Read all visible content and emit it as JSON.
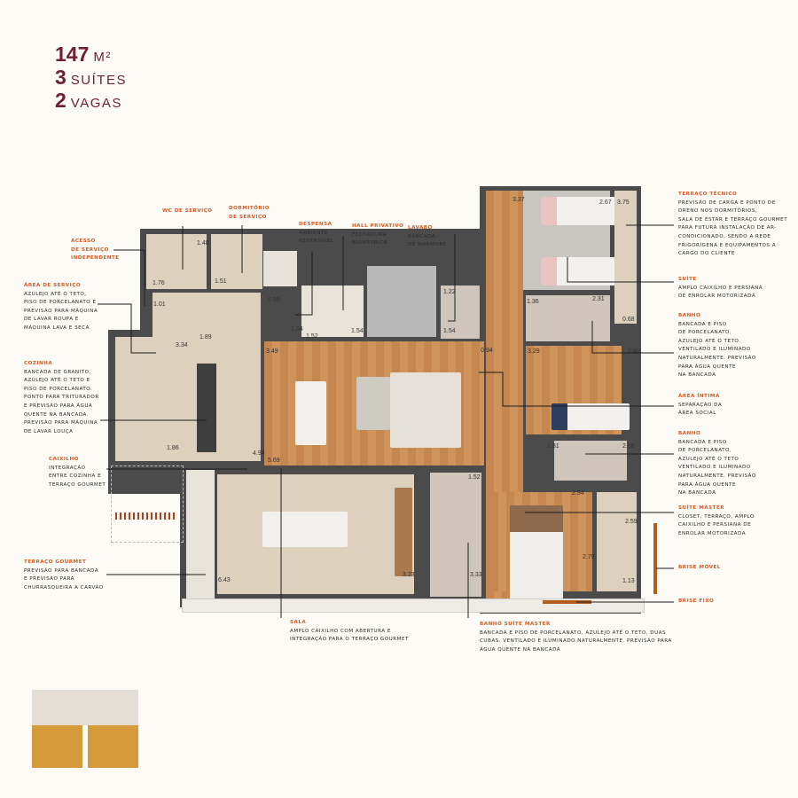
{
  "header": {
    "area_number": "147",
    "area_unit": "M²",
    "suites_number": "3",
    "suites_label": "SUÍTES",
    "parking_number": "2",
    "parking_label": "VAGAS"
  },
  "callouts": {
    "acesso": {
      "title": "ACESSO\nDE SERVIÇO\nINDEPENDENTE",
      "body": ""
    },
    "area_servico": {
      "title": "ÁREA DE SERVIÇO",
      "body": "AZULEJO ATÉ O TETO,\nPISO DE PORCELANATO E\nPREVISÃO PARA MÁQUINA\nDE LAVAR ROUPA E\nMÁQUINA LAVA E SECA"
    },
    "cozinha": {
      "title": "COZINHA",
      "body": "BANCADA DE GRANITO,\nAZULEJO ATÉ O TETO E\nPISO DE PORCELANATO.\nPONTO PARA TRITURADOR\nE PREVISÃO PARA ÁGUA\nQUENTE NA BANCADA.\nPREVISÃO PARA MÁQUINA\nDE LAVAR LOUÇA"
    },
    "caixilho": {
      "title": "CAIXILHO",
      "body": "INTEGRAÇÃO\nENTRE COZINHA E\nTERRAÇO GOURMET"
    },
    "terraco_gourmet": {
      "title": "TERRAÇO GOURMET",
      "body": "PREVISÃO PARA BANCADA\nE PREVISÃO PARA\nCHURRASQUEIRA A CARVÃO"
    },
    "wc_servico": {
      "title": "WC DE SERVIÇO",
      "body": ""
    },
    "dormitorio_servico": {
      "title": "DORMITÓRIO\nDE SERVIÇO",
      "body": ""
    },
    "despensa": {
      "title": "DESPENSA",
      "body": "AMBIENTE\nREVERSÍVEL"
    },
    "hall_privativo": {
      "title": "HALL PRIVATIVO",
      "body": "FECHADURA\nBIOMÉTRICA"
    },
    "lavabo": {
      "title": "LAVABO",
      "body": "BANCADA\nDE MÁRMORE"
    },
    "sala": {
      "title": "SALA",
      "body": "AMPLO CAIXILHO COM ABERTURA E\nINTEGRAÇÃO PARA O TERRAÇO GOURMET"
    },
    "banho_suite_master": {
      "title": "BANHO SUÍTE MASTER",
      "body": "BANCADA E PISO DE PORCELANATO, AZULEJO ATÉ O TETO, DUAS\nCUBAS. VENTILADO E ILUMINADO NATURALMENTE. PREVISÃO PARA\nÁGUA QUENTE NA BANCADA"
    },
    "terraco_tecnico": {
      "title": "TERRAÇO TÉCNICO",
      "body": "PREVISÃO DE CARGA E PONTO DE\nDRENO NOS DORMITÓRIOS,\nSALA DE ESTAR E TERRAÇO GOURMET\nPARA FUTURA INSTALAÇÃO DE AR-\nCONDICIONADO, SENDO  A REDE\nFRIGORÍGENA E EQUIPAMENTOS A\nCARGO DO CLIENTE"
    },
    "suite": {
      "title": "SUÍTE",
      "body": "AMPLO CAIXILHO E PERSIANA\nDE ENROLAR MOTORIZADA"
    },
    "banho1": {
      "title": "BANHO",
      "body": "BANCADA E PISO\nDE PORCELANATO,\nAZULEJO ATÉ O TETO.\nVENTILADO E ILUMINADO\nNATURALMENTE. PREVISÃO\nPARA ÁGUA QUENTE\nNA BANCADA"
    },
    "area_intima": {
      "title": "ÁREA ÍNTIMA",
      "body": "SEPARAÇÃO DA\nÁREA SOCIAL"
    },
    "banho2": {
      "title": "BANHO",
      "body": "BANCADA E PISO\nDE PORCELANATO,\nAZULEJO ATÉ O TETO\nVENTILADO E ILUMINADO\nNATURALMENTE. PREVISÃO\nPARA ÁGUA QUENTE\nNA BANCADA"
    },
    "suite_master": {
      "title": "SUÍTE MASTER",
      "body": "CLOSET, TERRAÇO, AMPLO\nCAIXILHO E PERSIANA DE\nENROLAR MOTORIZADA"
    },
    "brise_movel": {
      "title": "BRISE MÓVEL",
      "body": ""
    },
    "brise_fixo": {
      "title": "BRISE FIXO",
      "body": ""
    }
  },
  "dimensions": [
    "1.48",
    "1.76",
    "1.51",
    "1.01",
    "0.99",
    "1.34",
    "1.52",
    "1.54",
    "1.22",
    "1.54",
    "3.34",
    "1.89",
    "3.49",
    "1.86",
    "4.94",
    "5.69",
    "3.37",
    "2.67",
    "3.75",
    "1.36",
    "2.31",
    "0.68",
    "0.94",
    "3.29",
    "2.60",
    "1.31",
    "2.66",
    "2.94",
    "1.52",
    "2.59",
    "2.79",
    "1.13",
    "6.43",
    "3.23",
    "3.33"
  ],
  "colors": {
    "header": "#6e1f32",
    "callout_title": "#d65a22",
    "wall": "#4b4b4b",
    "wood_floor": "#c98a55",
    "tile_floor": "#ddd0bd"
  }
}
